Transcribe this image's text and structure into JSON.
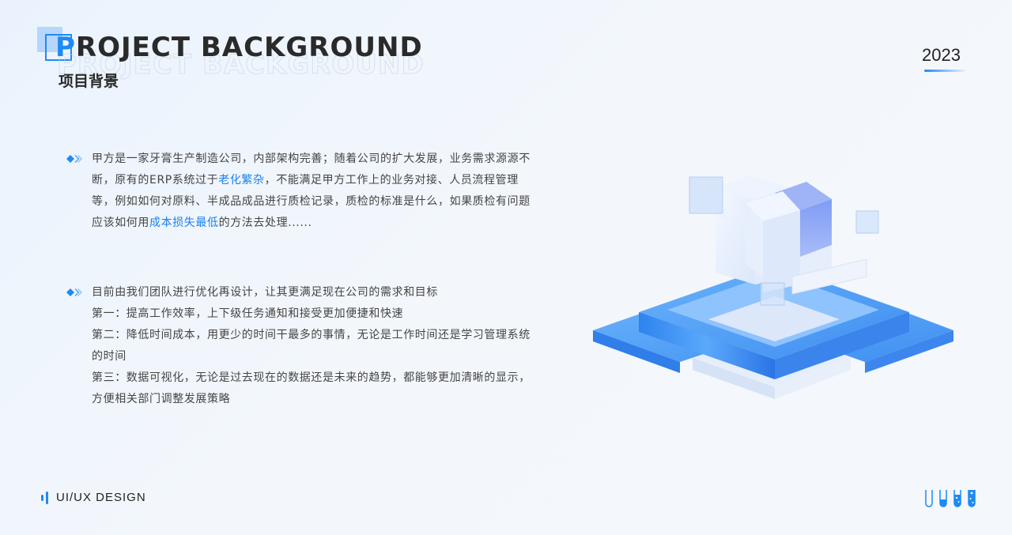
{
  "header": {
    "title_en_first": "P",
    "title_en_rest": "ROJECT BACKGROUND",
    "title_en_shadow": "PROJECT BACKGROUND",
    "title_cn": "项目背景",
    "year": "2023"
  },
  "content": {
    "block1": {
      "bullet_icon": "diamond-chevron-icon",
      "text_before_hl1": "甲方是一家牙膏生产制造公司，内部架构完善；随着公司的扩大发展，业务需求源源不断，原有的ERP系统过于",
      "highlight1": "老化繁杂",
      "text_between": "，不能满足甲方工作上的业务对接、人员流程管理等，例如如何对原料、半成品成品进行质检记录，质检的标准是什么，如果质检有问题应该如何用",
      "highlight2": "成本损失最低",
      "text_after": "的方法去处理......"
    },
    "block2": {
      "bullet_icon": "diamond-chevron-icon",
      "lines": [
        "目前由我们团队进行优化再设计，让其更满足现在公司的需求和目标",
        "第一：提高工作效率，上下级任务通知和接受更加便捷和快速",
        "第二：降低时间成本，用更少的时间干最多的事情，无论是工作时间还是学习管理系统的时间",
        "第三：数据可视化，无论是过去现在的数据还是未来的趋势，都能够更加清晰的显示，方便相关部门调整发展策略"
      ]
    }
  },
  "footer": {
    "brand": "UI/UX DESIGN",
    "tube_icons": [
      "test-tube-empty-icon",
      "test-tube-half-icon",
      "test-tube-mostly-full-icon",
      "test-tube-full-icon"
    ]
  },
  "colors": {
    "accent": "#1f8af5",
    "highlight": "#1a80f0",
    "title": "#2a2a2a",
    "body_text": "#444444"
  }
}
